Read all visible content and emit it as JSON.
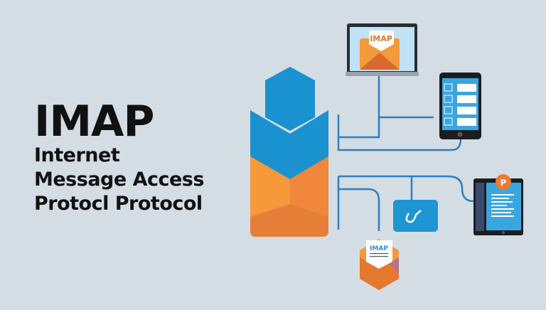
{
  "title": {
    "acronym": "IMAP",
    "line1": "Internet",
    "line2": "Message Access",
    "line3": "Protocl Protocol"
  },
  "illustration": {
    "laptop_badge": "IMAP",
    "envelope_badge": "IMAP",
    "tablet_badge": "P",
    "colors": {
      "blue": "#1e96d3",
      "orange": "#f28b35",
      "line": "#2f7fc0",
      "background": "#d4dde4"
    }
  }
}
